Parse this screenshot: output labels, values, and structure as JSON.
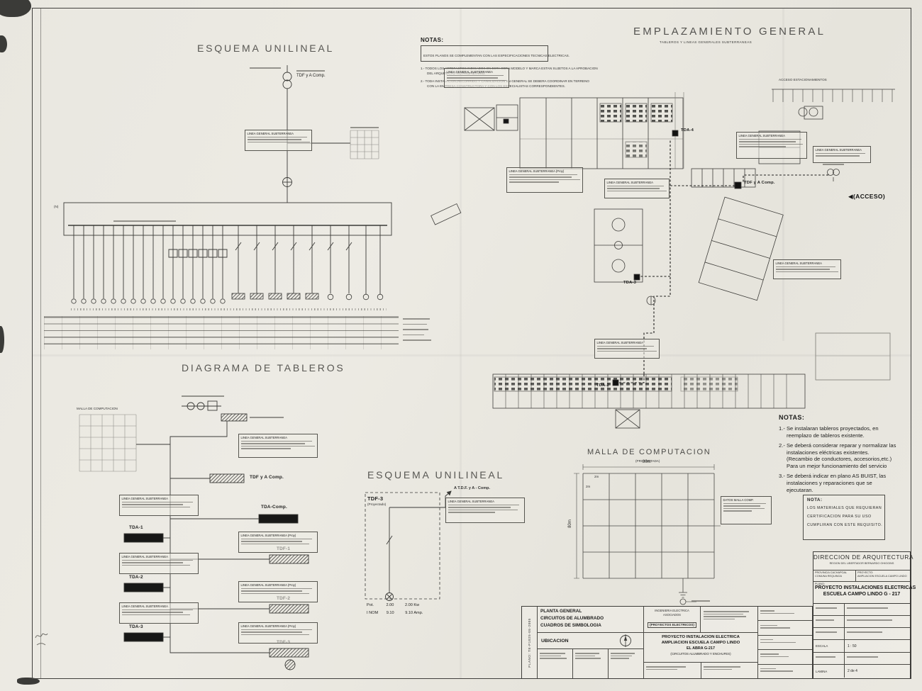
{
  "common": {
    "linea_general": "LINEA GENERAL SUBTERRANEA",
    "linea_general_proy": "LINEA GENERAL SUBTERRANEA (Proy)"
  },
  "esquema_top": {
    "title": "ESQUEMA UNILINEAL",
    "tdf_label": "TDF y A Comp.",
    "n_label": "(N)"
  },
  "notas_top": {
    "title": "NOTAS:",
    "banner": "ESTOS PLANOS SE COMPLEMENTAN CON LAS ESPECIFICACIONES TECNICAS ELECTRICAS.",
    "item1_line1": "1.- TODOS LOS ARTEFACTOS INDICADOS EN ESTA OBRA MODELO Y MARCA ESTAN SUJETOS A LA APROBACION",
    "item1_line2": "DEL ARQUITECTO Y/O PROPIETARIO.",
    "item2_line1": "2.- TODA INSTALACION,RECORRIDO Y CANALIZACION EN GENERAL SE DEBERA COORDINAR EN TERRENO",
    "item2_line2": "CON LA EMPRESA CONSTRUCTORA Y CON LOS ESPECIALISTAS CORRESPONDIENTES."
  },
  "emplazamiento": {
    "title": "EMPLAZAMIENTO GENERAL",
    "subtitle": "TABLEROS Y LINEAS GENERALES SUBTERRANEAS",
    "acceso_estacionamientos": "ACCESO ESTACIONAMIENTOS",
    "acceso": "(ACCESO)",
    "tda4": "TDA-4",
    "tda3": "TDA-3",
    "tda2": "TDA-2",
    "tdf": "TDF y A Comp."
  },
  "diagrama": {
    "title": "DIAGRAMA DE TABLEROS",
    "malla_label": "MALLA DE COMPUTACION",
    "tdf_comp": "TDF y A Comp.",
    "tda_comp": "TDA-Comp.",
    "tda1": "TDA-1",
    "tda2": "TDA-2",
    "tda3": "TDA-3",
    "tdf1": "TDF-1",
    "tdf2": "TDF-2",
    "tdf3": "TDF-3"
  },
  "esquema_tdf3": {
    "title": "ESQUEMA UNILINEAL",
    "panel": "TDF-3",
    "panel_sub": "(Proyectado)",
    "feed_label": "A T.D.F. y A - Comp.",
    "pot_label": "Pot.",
    "pot_v1": "2.00",
    "pot_v2": "2.00 Kw",
    "inom_label": "I NOM",
    "inom_v1": "9.10",
    "inom_v2": "9.10 Amp."
  },
  "malla": {
    "title": "MALLA DE COMPUTACION",
    "subtitle": "(PROYECTADA)",
    "dim_top": "80m",
    "dim_left": "80m",
    "dim_cell": "2m",
    "datos_header": "DATOS MALLA COMP."
  },
  "notas_right": {
    "title": "NOTAS:",
    "items": [
      "1.- Se instalaran tableros  proyectados, en reemplazo de tableros existente.",
      "2.- Se deberá considerar reparar y normalizar las instalaciones eléctricas existentes. (Recambio de conductores, accesorios,etc.) Para un mejor funcionamiento del servicio",
      "3.- Se deberá indicar en plano AS BUIST, las instalaciones y reparaciones que se ejecutaran."
    ]
  },
  "nota_box": {
    "title": "NOTA:",
    "line1": "LOS MATERIALES QUE REQUIERAN",
    "line2": "CERTIFICACION PARA SU USO",
    "line3": "CUMPLIRAN CON ESTE REQUISITO."
  },
  "titleblock_right": {
    "org": "DIRECCION DE ARQUITECTURA",
    "org_sub": "REGION DEL LIBERTADOR BERNARDO OHIGGINS",
    "provincia": "PROVINCIA  CACHAPOAL",
    "comuna": "COMUNA  REQUINOA",
    "proyecto_label": "PROYECTO:",
    "proyecto_value": "AMPLIACION ESCUELA CAMPO LINDO",
    "plano_label": "PLANO:",
    "plano_line1": "PROYECTO INSTALACIONES ELECTRICAS",
    "plano_line2": "ESCUELA CAMPO LINDO G - 217",
    "escala_label": "ESCALA",
    "escala_value": "1 : 50",
    "lamina_label": "LAMINA",
    "lamina_value": "2 de 4"
  },
  "titleblock_bottom": {
    "plano_vertical": "PLANO: TE-P1025-05-2005",
    "line1": "PLANTA GENERAL",
    "line2": "CIRCUITOS DE ALUMBRADO",
    "line3": "CUADROS DE SIMBOLOGIA",
    "ubicacion": "UBICACION",
    "firm_line1": "INGENIERIA ELECTRICA",
    "firm_line2": "ASOCIADOS",
    "firm_bold": "(PROYECTOS ELECTRICOS)",
    "proj1": "PROYECTO INSTALACION ELECTRICA",
    "proj2": "AMPLIACION ESCUELA CAMPO LINDO",
    "proj3": "EL ABRA G-217",
    "proj4": "(CIRCUITOS ALUMBRADO Y ENCHUFES)"
  }
}
